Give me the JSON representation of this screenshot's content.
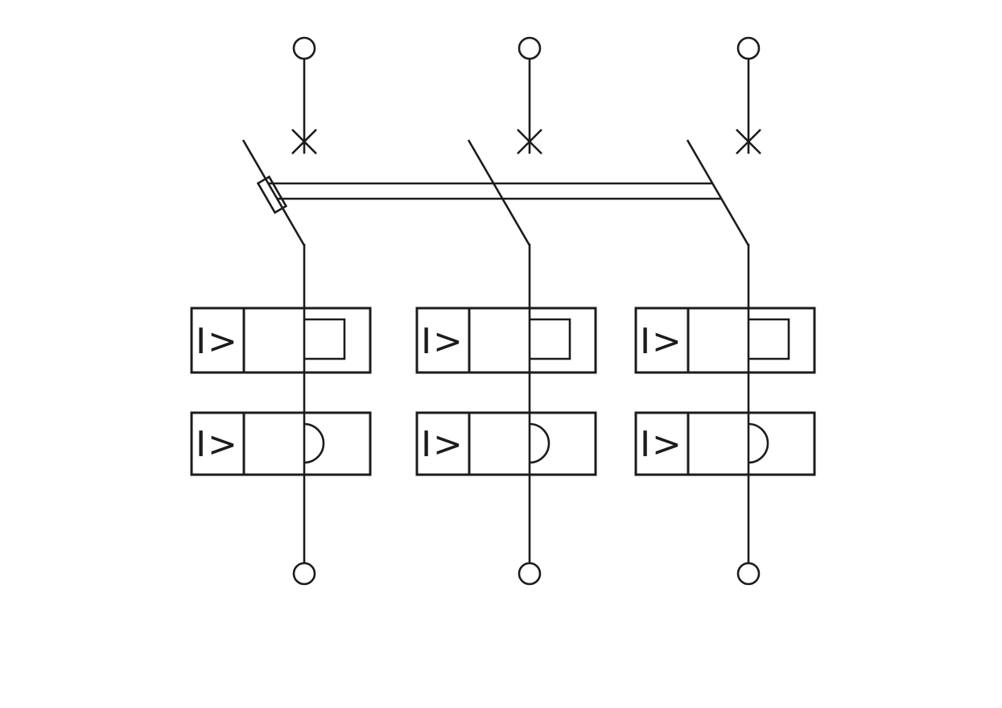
{
  "diagram": {
    "type": "electrical-schematic",
    "subject": "three-pole-breaker-with-overcurrent-releases",
    "release_label": "I>",
    "poles": [
      {
        "name": "pole-1"
      },
      {
        "name": "pole-2"
      },
      {
        "name": "pole-3"
      }
    ],
    "colors": {
      "line": "#1c1c1c",
      "background": "#ffffff"
    },
    "symbols": [
      "top-terminal",
      "contact-cross-icon",
      "switch-blade",
      "coupling-bar",
      "overcurrent-release-top",
      "overcurrent-release-bottom",
      "bottom-terminal"
    ]
  }
}
